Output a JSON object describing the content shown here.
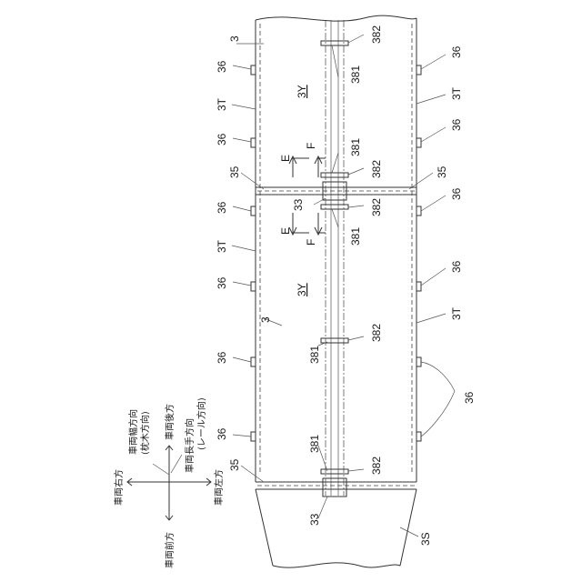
{
  "labels": {
    "ref_3": "3",
    "ref_36": "36",
    "ref_3T": "3T",
    "ref_3Y": "3Y",
    "ref_35": "35",
    "ref_33": "33",
    "ref_381": "381",
    "ref_382": "382",
    "ref_3S": "3S",
    "ref_E": "E",
    "ref_F": "F"
  },
  "orientation": {
    "vehicle_width_direction": "車両幅方向",
    "sleeper_direction": "(枕木方向)",
    "vehicle_rear": "車両後方",
    "vehicle_length_direction": "車両長手方向",
    "rail_direction": "(レール方向)",
    "vehicle_right": "車両右方",
    "vehicle_left": "車両左方",
    "vehicle_front": "車両前方"
  }
}
